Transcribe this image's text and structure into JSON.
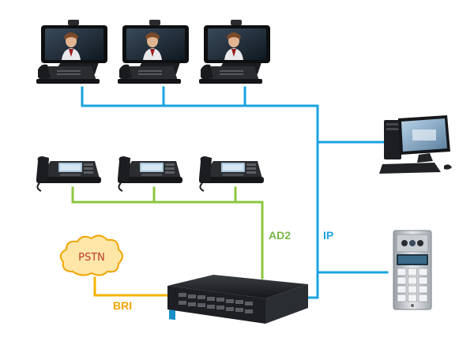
{
  "labels": {
    "ad2": "AD2",
    "ip": "IP",
    "bri": "BRI",
    "pstn": "PSTN"
  },
  "colors": {
    "ip_link": "#1aa3e0",
    "ad2_link": "#8cc63f",
    "bri_link": "#f5b400",
    "ad2_label": "#7ab648",
    "ip_label": "#1aa3e0",
    "bri_label": "#f0a500",
    "pstn_text": "#c0392b",
    "cloud_fill": "#fde6a8",
    "cloud_stroke": "#f0a500"
  },
  "icons": {
    "video_phones": [
      "video-phone-icon",
      "video-phone-icon",
      "video-phone-icon"
    ],
    "desk_phones": [
      "desk-phone-icon",
      "desk-phone-icon",
      "desk-phone-icon"
    ],
    "desktop_pc": "desktop-pc-icon",
    "door_intercom": "door-intercom-icon",
    "pbx_switch": "pbx-switch-icon",
    "pstn_cloud": "pstn-cloud-icon"
  }
}
